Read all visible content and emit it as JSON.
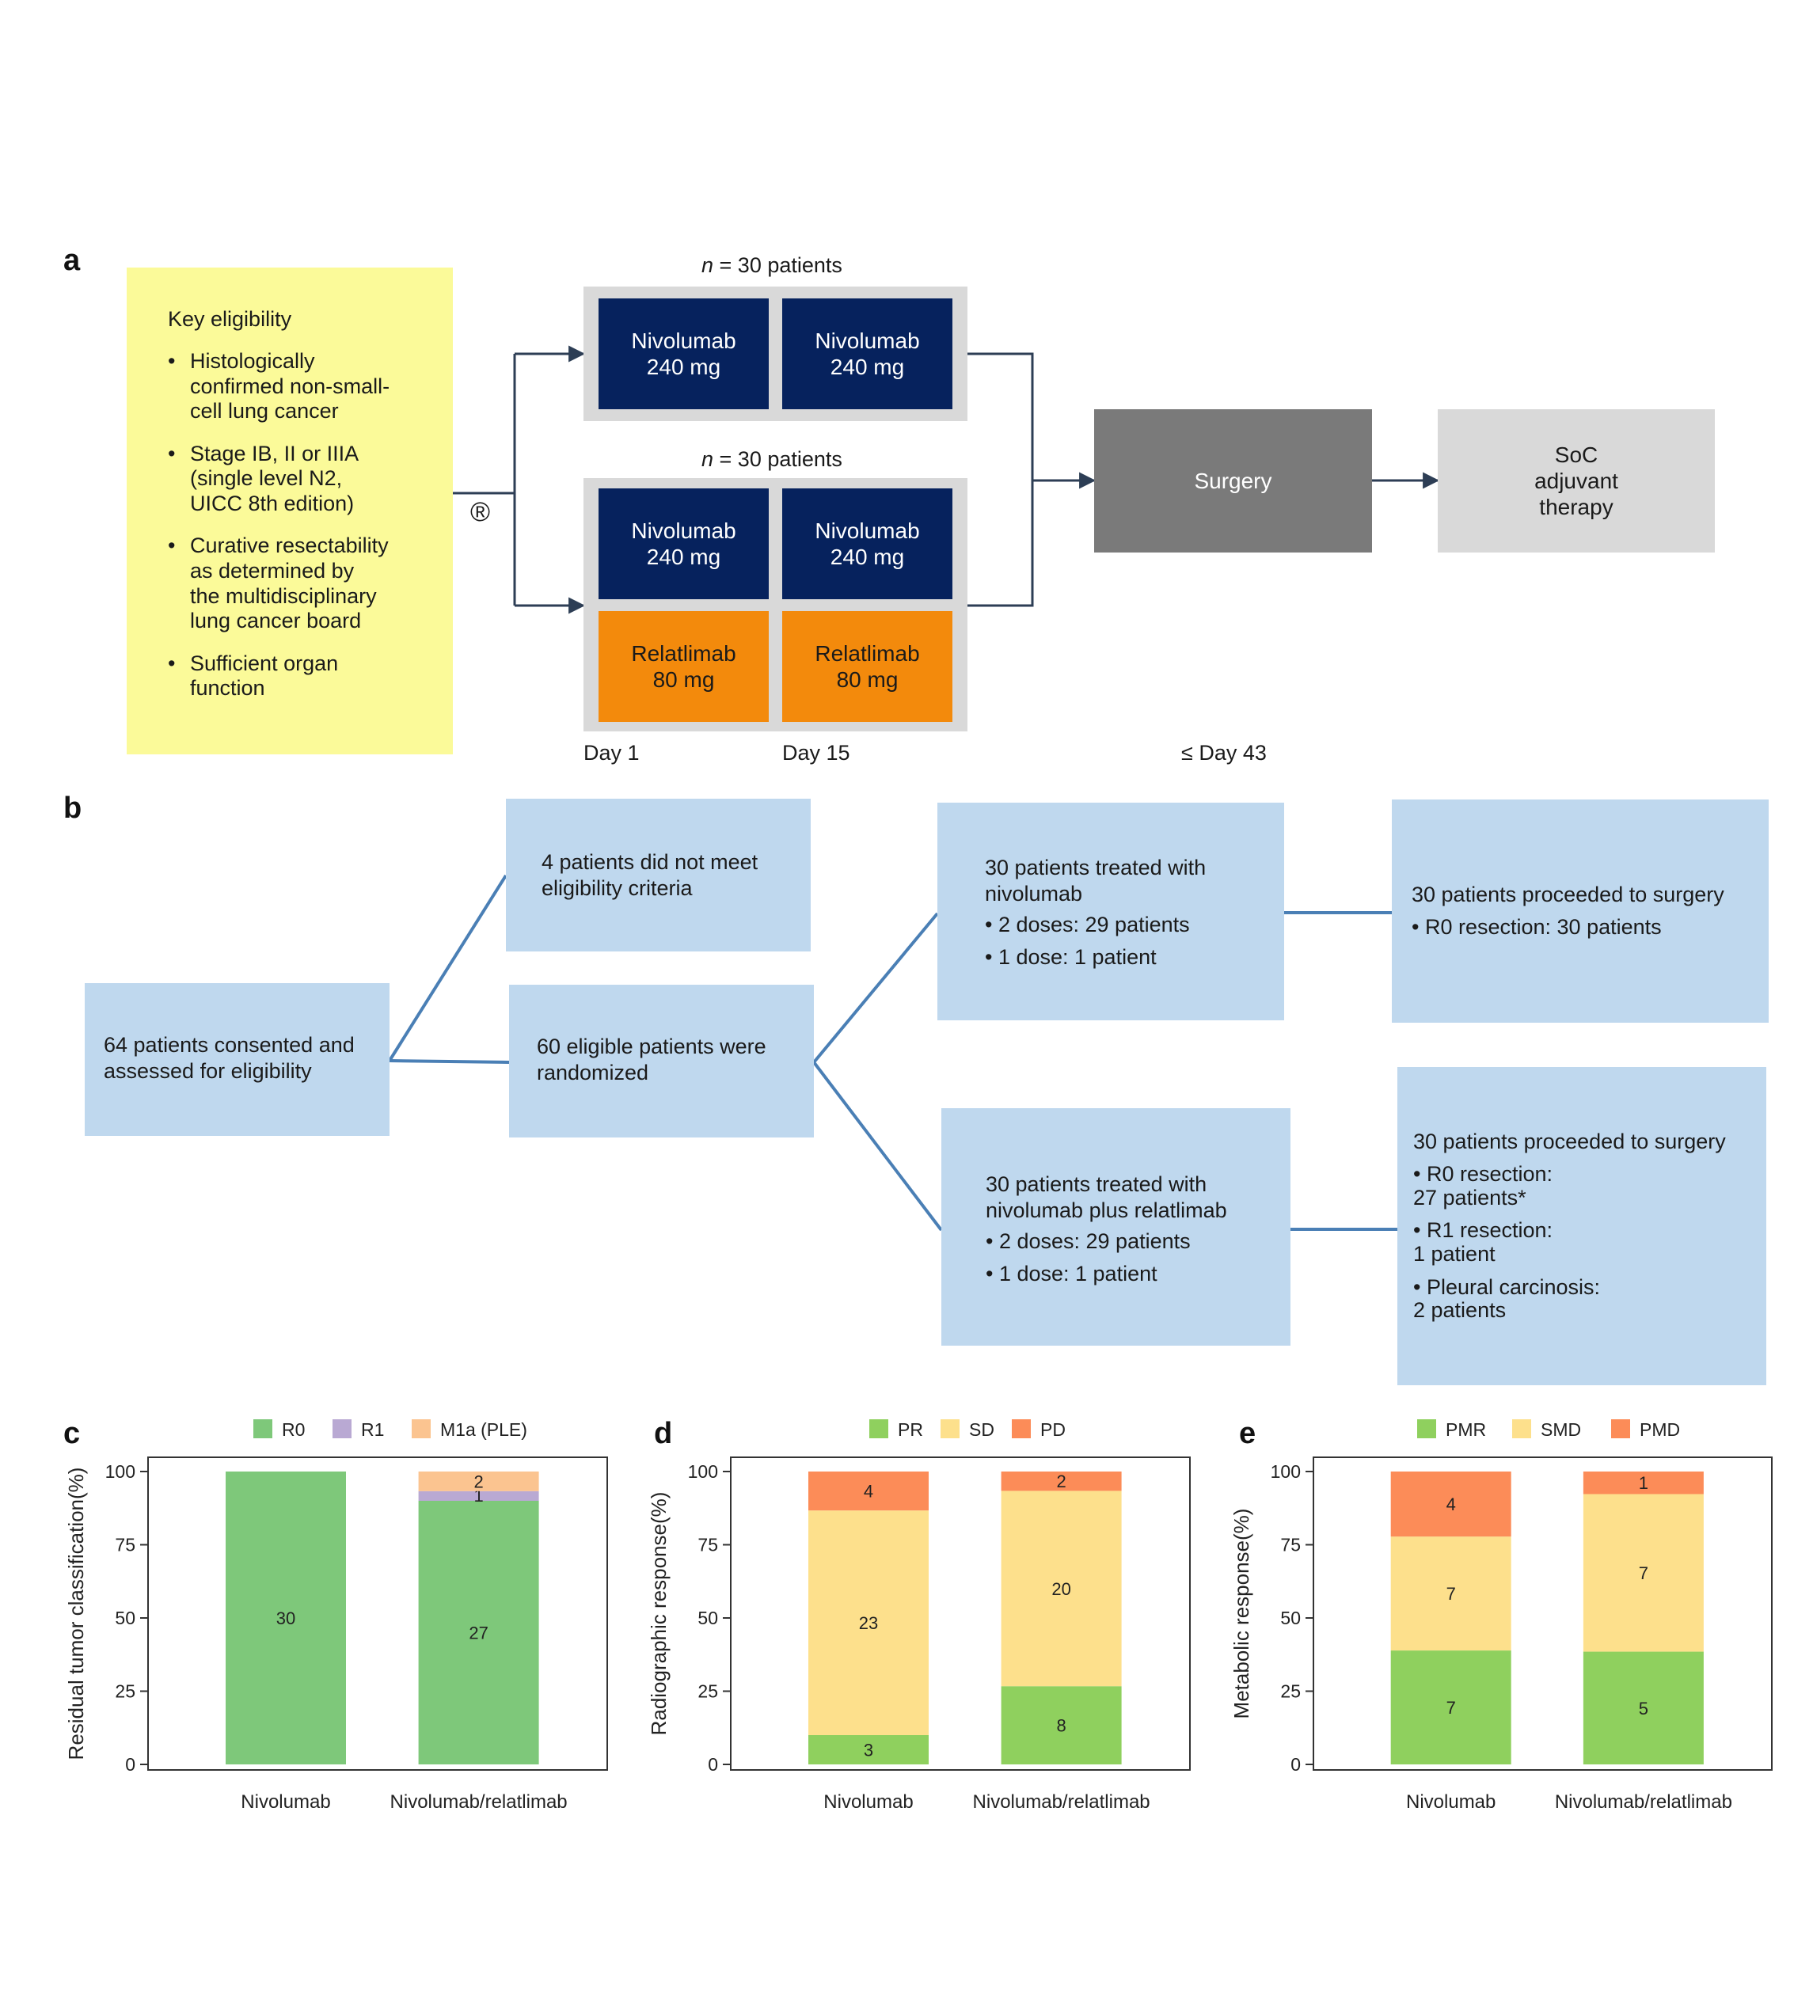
{
  "panel_a": {
    "letter": "a",
    "eligibility": {
      "title": "Key eligibility",
      "items": [
        "Histologically\nconfirmed non-small-\ncell lung cancer",
        "Stage IB, II or IIIA\n(single level N2,\nUICC 8th edition)",
        "Curative resectability\nas determined by\nthe multidisciplinary\nlung cancer board",
        "Sufficient organ\nfunction"
      ]
    },
    "randomization_symbol": "®",
    "arm1": {
      "n_label_italic": "n",
      "n_label_rest": " = 30 patients",
      "dose1_line1": "Nivolumab",
      "dose1_line2": "240 mg",
      "dose2_line1": "Nivolumab",
      "dose2_line2": "240 mg"
    },
    "arm2": {
      "n_label_italic": "n",
      "n_label_rest": " = 30 patients",
      "nivo1_line1": "Nivolumab",
      "nivo1_line2": "240 mg",
      "nivo2_line1": "Nivolumab",
      "nivo2_line2": "240 mg",
      "rela1_line1": "Relatlimab",
      "rela1_line2": "80 mg",
      "rela2_line1": "Relatlimab",
      "rela2_line2": "80 mg"
    },
    "surgery": "Surgery",
    "soc": {
      "line1": "SoC",
      "line2": "adjuvant",
      "line3": "therapy"
    },
    "day1": "Day 1",
    "day15": "Day 15",
    "day43": "≤ Day 43",
    "colors": {
      "eligibility_bg": "#fbfa99",
      "arm_bg": "#d9d9d9",
      "nivolumab": "#06225d",
      "relatlimab": "#f38a0c",
      "surgery": "#7a7a7a",
      "soc": "#d9d9d9",
      "arrow": "#2d3e55"
    }
  },
  "panel_b": {
    "letter": "b",
    "consented": "64 patients consented and\nassessed for eligibility",
    "not_eligible": "4 patients did not meet\neligibility criteria",
    "randomized": "60 eligible patients were\nrandomized",
    "treated_nivo": {
      "title": "30 patients treated with\nnivolumab",
      "b1": "• 2 doses: 29 patients",
      "b2": "• 1 dose: 1 patient"
    },
    "treated_combo": {
      "title": "30 patients treated with\nnivolumab plus relatlimab",
      "b1": "• 2 doses: 29 patients",
      "b2": "• 1 dose: 1 patient"
    },
    "surgery_nivo": {
      "title": "30 patients proceeded to surgery",
      "b1": "• R0 resection: 30 patients"
    },
    "surgery_combo": {
      "title": "30 patients proceeded to surgery",
      "b1": "• R0 resection:\n   27 patients*",
      "b2": "• R1 resection:\n   1 patient",
      "b3": "• Pleural carcinosis:\n   2 patients"
    },
    "colors": {
      "box": "#bfd8ee",
      "line": "#4a7fb5"
    }
  },
  "chart_data": [
    {
      "panel": "c",
      "type": "bar",
      "stacked": true,
      "ylabel": "Residual tumor classification(%)",
      "ylim": [
        0,
        100
      ],
      "yticks": [
        0,
        25,
        50,
        75,
        100
      ],
      "categories": [
        "Nivolumab",
        "Nivolumab/relatlimab"
      ],
      "series": [
        {
          "name": "R0",
          "color": "#7ec87a",
          "percent": [
            100,
            90
          ],
          "counts": [
            "30",
            "27"
          ]
        },
        {
          "name": "R1",
          "color": "#b9a9d3",
          "percent": [
            0,
            3.3
          ],
          "counts": [
            "",
            "1"
          ]
        },
        {
          "name": "M1a (PLE)",
          "color": "#fbc490",
          "percent": [
            0,
            6.7
          ],
          "counts": [
            "",
            "2"
          ]
        }
      ],
      "legend_position": "top"
    },
    {
      "panel": "d",
      "type": "bar",
      "stacked": true,
      "ylabel": "Radiographic response(%)",
      "ylim": [
        0,
        100
      ],
      "yticks": [
        0,
        25,
        50,
        75,
        100
      ],
      "categories": [
        "Nivolumab",
        "Nivolumab/relatlimab"
      ],
      "series": [
        {
          "name": "PR",
          "color": "#8fd05e",
          "percent": [
            10,
            26.7
          ],
          "counts": [
            "3",
            "8"
          ]
        },
        {
          "name": "SD",
          "color": "#fde08c",
          "percent": [
            76.7,
            66.7
          ],
          "counts": [
            "23",
            "20"
          ]
        },
        {
          "name": "PD",
          "color": "#fc8c58",
          "percent": [
            13.3,
            6.6
          ],
          "counts": [
            "4",
            "2"
          ]
        }
      ],
      "legend_position": "top"
    },
    {
      "panel": "e",
      "type": "bar",
      "stacked": true,
      "ylabel": "Metabolic response(%)",
      "ylim": [
        0,
        100
      ],
      "yticks": [
        0,
        25,
        50,
        75,
        100
      ],
      "categories": [
        "Nivolumab",
        "Nivolumab/relatlimab"
      ],
      "series": [
        {
          "name": "PMR",
          "color": "#8fd05e",
          "percent": [
            38.9,
            38.5
          ],
          "counts": [
            "7",
            "5"
          ]
        },
        {
          "name": "SMD",
          "color": "#fde08c",
          "percent": [
            38.9,
            53.8
          ],
          "counts": [
            "7",
            "7"
          ]
        },
        {
          "name": "PMD",
          "color": "#fc8c58",
          "percent": [
            22.2,
            7.7
          ],
          "counts": [
            "4",
            "1"
          ]
        }
      ],
      "legend_position": "top"
    }
  ]
}
